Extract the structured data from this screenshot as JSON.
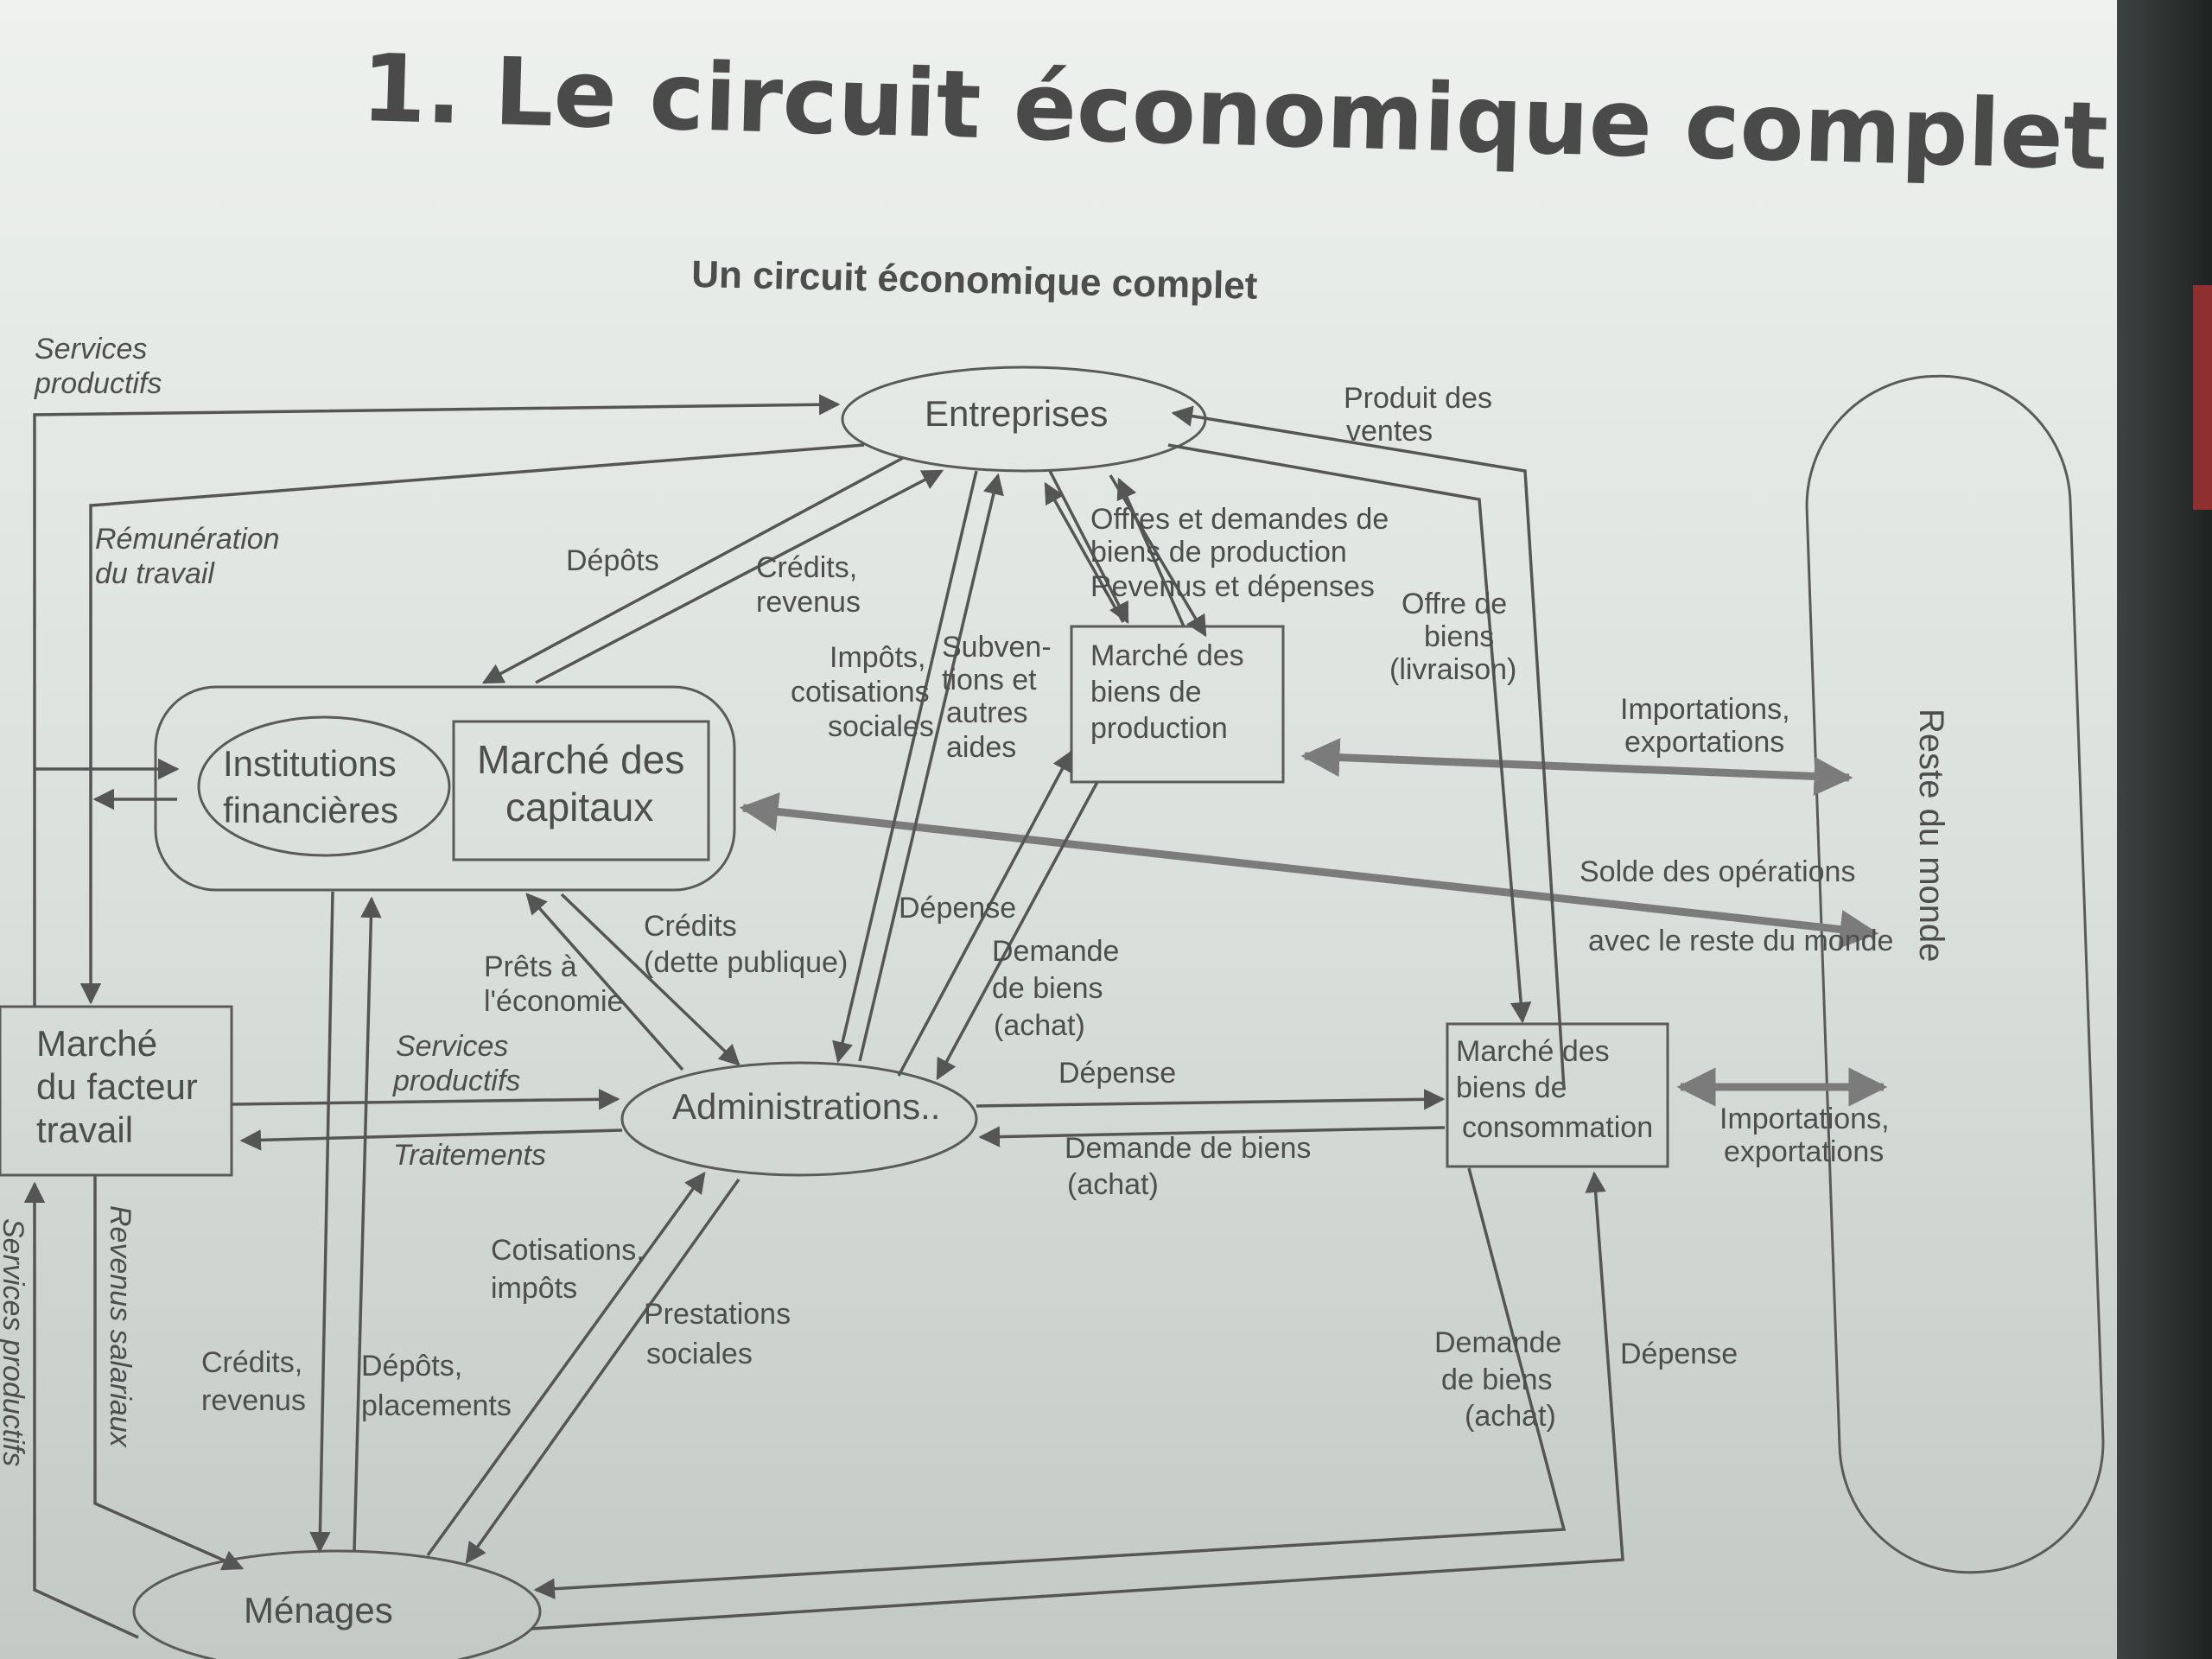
{
  "title": "1. Le circuit économique complet",
  "subtitle": "Un circuit économique complet",
  "nodes": {
    "entreprises": "Entreprises",
    "institutions": [
      "Institutions",
      "financières"
    ],
    "marche_capitaux": [
      "Marché des",
      "capitaux"
    ],
    "marche_biens_production": [
      "Marché des",
      "biens de",
      "production"
    ],
    "marche_travail": [
      "Marché",
      "du facteur",
      "travail"
    ],
    "administrations": "Administrations..",
    "marche_consommation": [
      "Marché des",
      "biens de",
      "consommation"
    ],
    "menages": "Ménages",
    "reste_du_monde": "Reste du monde"
  },
  "flows": {
    "services_productifs_top": [
      "Services",
      "productifs"
    ],
    "remuneration": [
      "Rémunération",
      "du travail"
    ],
    "depots": "Dépôts",
    "credits_revenus_top": [
      "Crédits,",
      "revenus"
    ],
    "impots_cotisations": [
      "Impôts,",
      "cotisations",
      "sociales"
    ],
    "subventions": [
      "Subven-",
      "tions et",
      "autres",
      "aides"
    ],
    "offres_demandes": [
      "Offres et demandes de",
      "biens de production",
      "Revenus et dépenses"
    ],
    "produit_ventes": [
      "Produit des",
      "ventes"
    ],
    "offre_biens": [
      "Offre de",
      "biens",
      "(livraison)"
    ],
    "import_export_top": [
      "Importations,",
      "exportations"
    ],
    "solde": [
      "Solde des opérations",
      "avec le reste du monde"
    ],
    "depense_mid": "Dépense",
    "demande_biens_mid": [
      "Demande",
      "de biens",
      "(achat)"
    ],
    "credits_dette": [
      "Crédits",
      "(dette publique)"
    ],
    "prets_economie": [
      "Prêts à",
      "l'économie"
    ],
    "services_productifs_mid": [
      "Services",
      "productifs"
    ],
    "traitements": "Traitements",
    "depense_conso": "Dépense",
    "demande_biens_conso": [
      "Demande de biens",
      "(achat)"
    ],
    "import_export_bottom": [
      "Importations,",
      "exportations"
    ],
    "cotisations_impots": [
      "Cotisations,",
      "impôts"
    ],
    "prestations": [
      "Prestations",
      "sociales"
    ],
    "credits_revenus_bottom": [
      "Crédits,",
      "revenus"
    ],
    "depots_placements": [
      "Dépôts,",
      "placements"
    ],
    "revenus_salariaux": "Revenus salariaux",
    "services_productifs_side": "Services productifs",
    "demande_biens_bottom": [
      "Demande",
      "de biens",
      "(achat)"
    ],
    "depense_bottom": "Dépense"
  },
  "colors": {
    "slide_bg": "#e7ebe8",
    "ink": "#4d4d4d",
    "thick_arrow": "#7b7b7b"
  }
}
